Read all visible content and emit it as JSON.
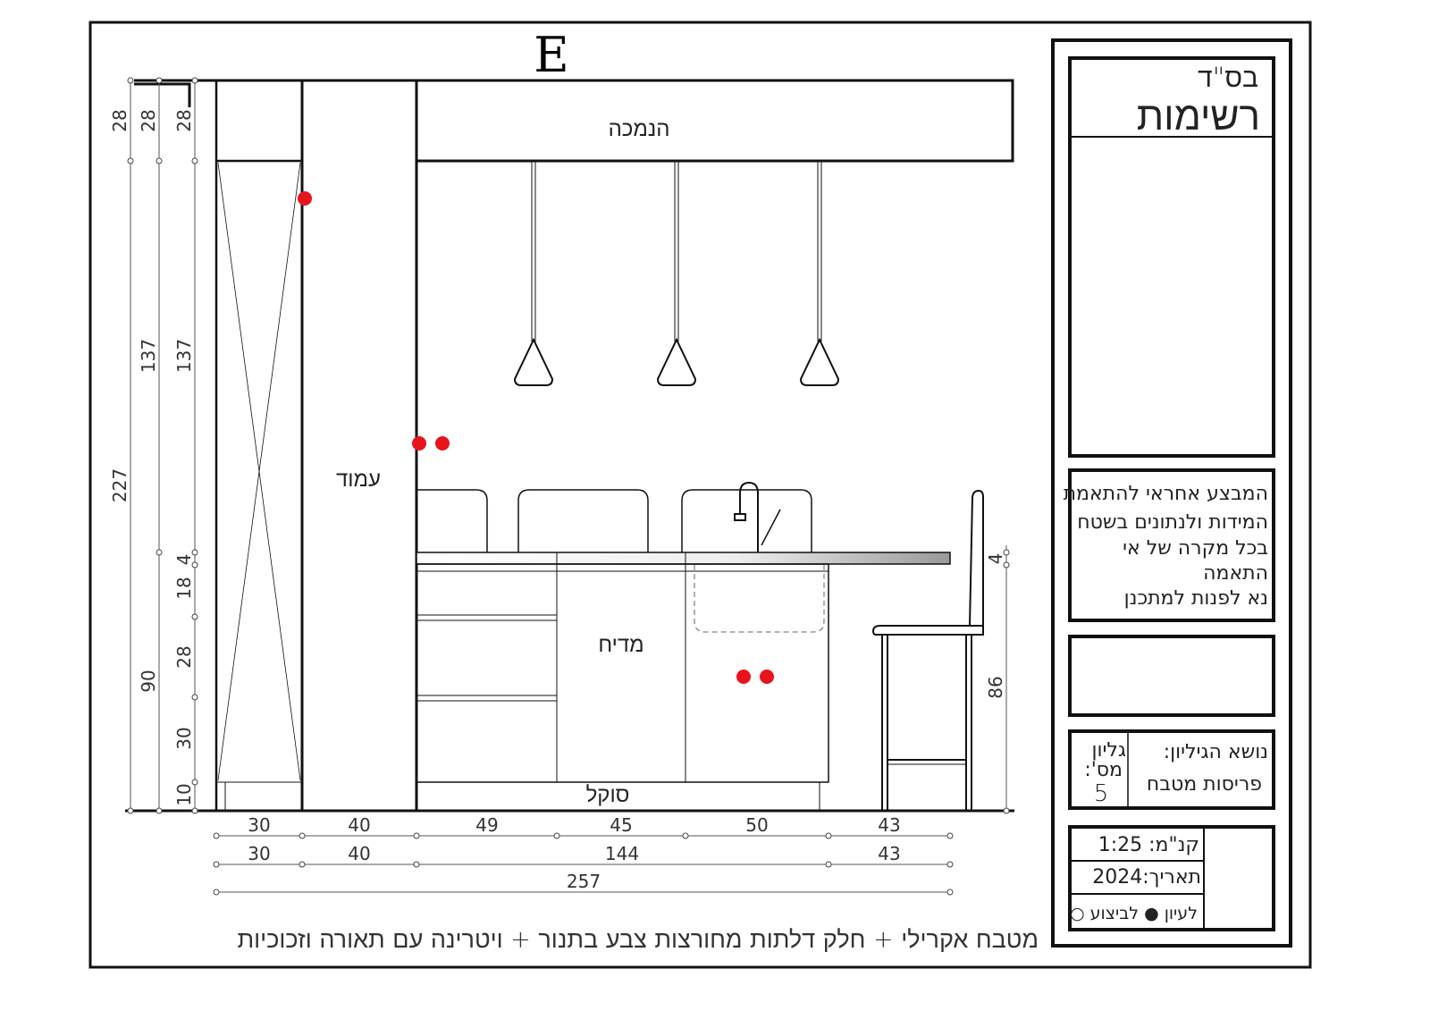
{
  "elevation_label": "E",
  "labels": {
    "hood": "הנמכה",
    "column": "עמוד",
    "dishwasher": "מדיח",
    "plinth": "סוקל"
  },
  "dims_left": {
    "col1": [
      "28",
      "227"
    ],
    "col2": [
      "28",
      "137",
      "90"
    ],
    "col3": [
      "28",
      "137",
      "4",
      "18",
      "28",
      "30",
      "10"
    ]
  },
  "dims_right": [
    "4",
    "86"
  ],
  "dims_bottom": {
    "row1": [
      "30",
      "40",
      "49",
      "45",
      "50",
      "43"
    ],
    "row2": [
      "30",
      "40",
      "144",
      "43"
    ],
    "row3": [
      "257"
    ]
  },
  "caption": "מטבח אקרילי + חלק דלתות מחורצות צבע בתנור + ויטרינה עם תאורה וזכוכיות",
  "title_block": {
    "header": "בס\"ד",
    "notes_title": "רשימות",
    "disclaimer": [
      "המבצע אחראי להתאמת",
      "המידות ולנתונים בשטח",
      "בכל מקרה של אי",
      "התאמה",
      "נא לפנות למתכנן"
    ],
    "sheet_subject_label": "נושא הגיליון:",
    "sheet_subject": "פריסות מטבח",
    "sheet_no_label_1": "גליון",
    "sheet_no_label_2": "מס':",
    "sheet_no": "5",
    "scale": "קנ\"מ: 1:25",
    "date": "תאריך:2024",
    "status": "לעיון ● לביצוע ○"
  },
  "colors": {
    "marker": "#e8141c",
    "line": "#111111"
  }
}
